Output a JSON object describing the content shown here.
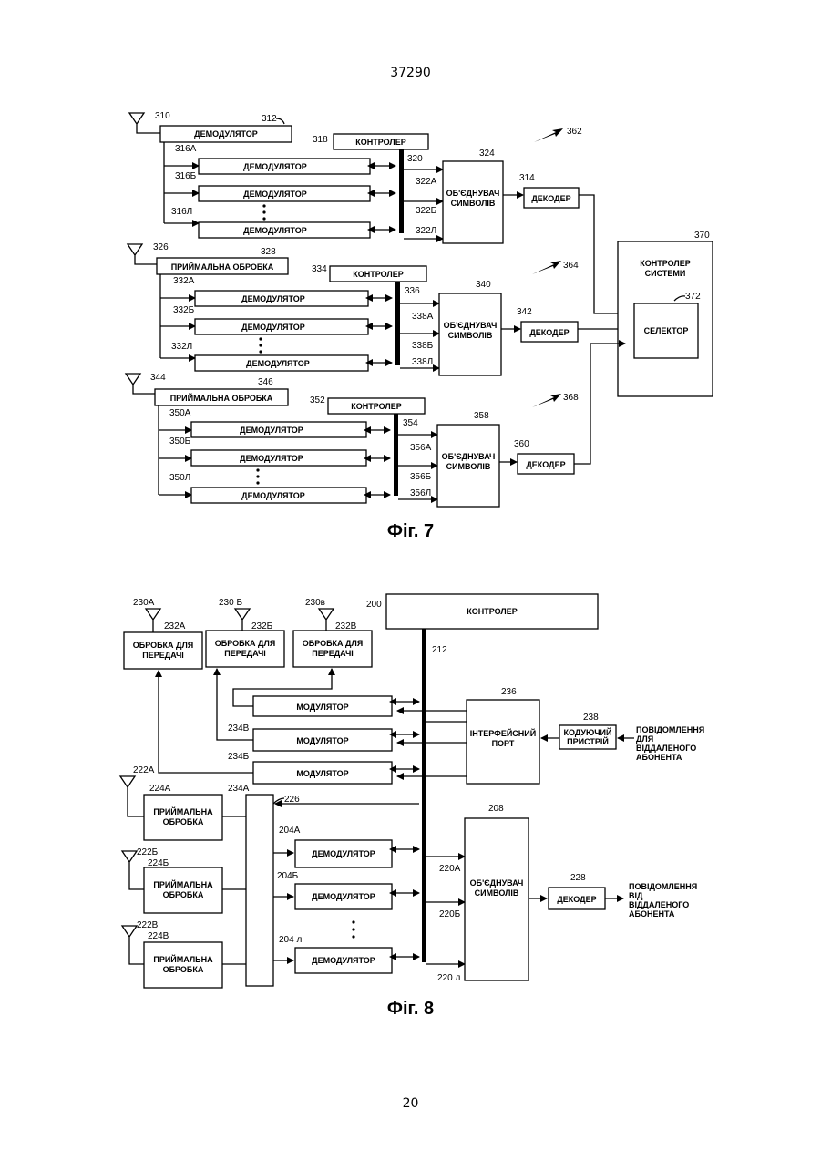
{
  "header": {
    "doc_number": "37290"
  },
  "footer": {
    "page_number": "20"
  },
  "fig7": {
    "caption": "Фіг. 7",
    "labels": {
      "ant1": "310",
      "ant2": "326",
      "ant3": "344",
      "demod_main": "ДЕМОДУЛЯТОР",
      "demod_main_ref": "312",
      "recv2": "ПРИЙМАЛЬНА ОБРОБКА",
      "recv2_ref": "328",
      "recv3": "ПРИЙМАЛЬНА ОБРОБКА",
      "recv3_ref": "346",
      "ctrl": "КОНТРОЛЕР",
      "ctrl1_ref": "318",
      "ctrl2_ref": "334",
      "ctrl3_ref": "352",
      "bus1_ref": "320",
      "bus2_ref": "336",
      "bus3_ref": "354",
      "demod": "ДЕМОДУЛЯТОР",
      "d1a": "316А",
      "d1b": "316Б",
      "d1l": "316Л",
      "d2a": "332А",
      "d2b": "332Б",
      "d2l": "332Л",
      "d3a": "350А",
      "d3b": "350Б",
      "d3l": "350Л",
      "comb_l1": "ОБ'ЄДНУВАЧ",
      "comb_l2": "СИМВОЛІВ",
      "comb1_ref": "324",
      "comb2_ref": "340",
      "comb3_ref": "358",
      "s1a": "322А",
      "s1b": "322Б",
      "s1l": "322Л",
      "s2a": "338А",
      "s2b": "338Б",
      "s2l": "338Л",
      "s3a": "356А",
      "s3b": "356Б",
      "s3l": "356Л",
      "decoder": "ДЕКОДЕР",
      "dec1_ref": "314",
      "dec2_ref": "342",
      "dec3_ref": "360",
      "arrow1": "362",
      "arrow2": "364",
      "arrow3": "368",
      "sysctrl_l1": "КОНТРОЛЕР",
      "sysctrl_l2": "СИСТЕМИ",
      "sysctrl_ref": "370",
      "selector": "СЕЛЕКТОР",
      "selector_ref": "372"
    }
  },
  "fig8": {
    "caption": "Фіг. 8",
    "labels": {
      "ctrl": "КОНТРОЛЕР",
      "ctrl_ref": "200",
      "bus_ref": "212",
      "ant_a": "230А",
      "ant_b": "230 Б",
      "ant_c": "230в",
      "tx_l1": "ОБРОБКА ДЛЯ",
      "tx_l2": "ПЕРЕДАЧІ",
      "tx_a_ref": "232А",
      "tx_b_ref": "232Б",
      "tx_c_ref": "232В",
      "mod": "МОДУЛЯТОР",
      "mod_c_ref": "234В",
      "mod_b_ref": "234Б",
      "mod_a_ref": "234А",
      "iface_l1": "ІНТЕРФЕЙСНИЙ",
      "iface_l2": "ПОРТ",
      "iface_ref": "236",
      "coder_l1": "КОДУЮЧИЙ",
      "coder_l2": "ПРИСТРІЙ",
      "coder_ref": "238",
      "msg_for_l1": "ПОВІДОМЛЕННЯ",
      "msg_for_l2": "ДЛЯ",
      "msg_for_l3": "ВІДДАЛЕНОГО",
      "msg_for_l4": "АБОНЕНТА",
      "rant_a": "222А",
      "rant_b": "222Б",
      "rant_c": "222В",
      "rx_l1": "ПРИЙМАЛЬНА",
      "rx_l2": "ОБРОБКА",
      "rx_a_ref": "224А",
      "rx_b_ref": "224Б",
      "rx_c_ref": "224В",
      "switch_ref": "226",
      "demod": "ДЕМОДУЛЯТОР",
      "dm_a_ref": "204А",
      "dm_b_ref": "204Б",
      "dm_l_ref": "204 л",
      "s_a": "220А",
      "s_b": "220Б",
      "s_l": "220 л",
      "comb_l1": "ОБ'ЄДНУВАЧ",
      "comb_l2": "СИМВОЛІВ",
      "comb_ref": "208",
      "decoder": "ДЕКОДЕР",
      "dec_ref": "228",
      "msg_from_l1": "ПОВІДОМЛЕННЯ",
      "msg_from_l2": "ВІД",
      "msg_from_l3": "ВІДДАЛЕНОГО",
      "msg_from_l4": "АБОНЕНТА"
    }
  }
}
